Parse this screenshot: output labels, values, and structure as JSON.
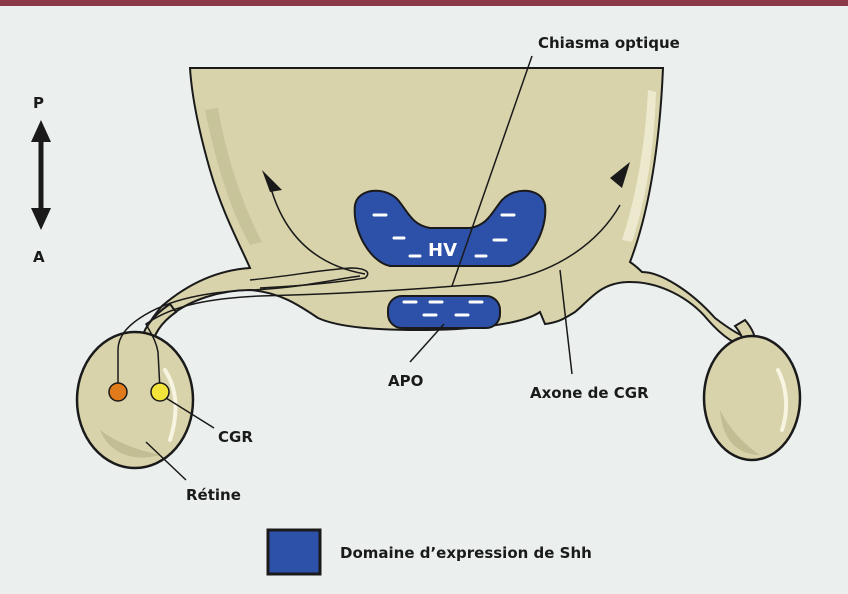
{
  "labels": {
    "axis_top": "P",
    "axis_bottom": "A",
    "chiasma": "Chiasma optique",
    "hv": "HV",
    "apo": "APO",
    "axone": "Axone de CGR",
    "cgr": "CGR",
    "retine": "Rétine"
  },
  "legend": {
    "label": "Domaine d’expression de Shh"
  },
  "colors": {
    "top_bar": "#8b3a4a",
    "panel": "#ebf0ee",
    "tissue": "#d8d3aa",
    "tissue_shade": "#c2bd93",
    "outline": "#1a1a1a",
    "shh_domain": "#2d50a8",
    "cgr_orange": "#e07a1a",
    "cgr_yellow": "#f2e43a"
  }
}
